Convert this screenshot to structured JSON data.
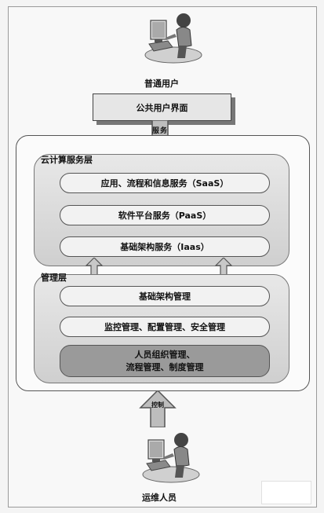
{
  "top_user_label": "普通用户",
  "public_interface_label": "公共用户界面",
  "top_arrow_text": "服务",
  "cloud_layer": {
    "title": "云计算服务层",
    "items": [
      "应用、流程和信息服务（SaaS）",
      "软件平台服务（PaaS）",
      "基础架构服务（Iaas）"
    ]
  },
  "management_layer": {
    "title": "管理层",
    "items": [
      "基础架构管理",
      "监控管理、配置管理、安全管理"
    ],
    "dark_item": {
      "line1": "人员组织管理、",
      "line2": "流程管理、制度管理"
    }
  },
  "bottom_arrow_text": "控制",
  "bottom_user_label": "运维人员",
  "icons": [
    "person-at-computer-icon",
    "down-arrow-icon",
    "up-arrow-icon"
  ]
}
